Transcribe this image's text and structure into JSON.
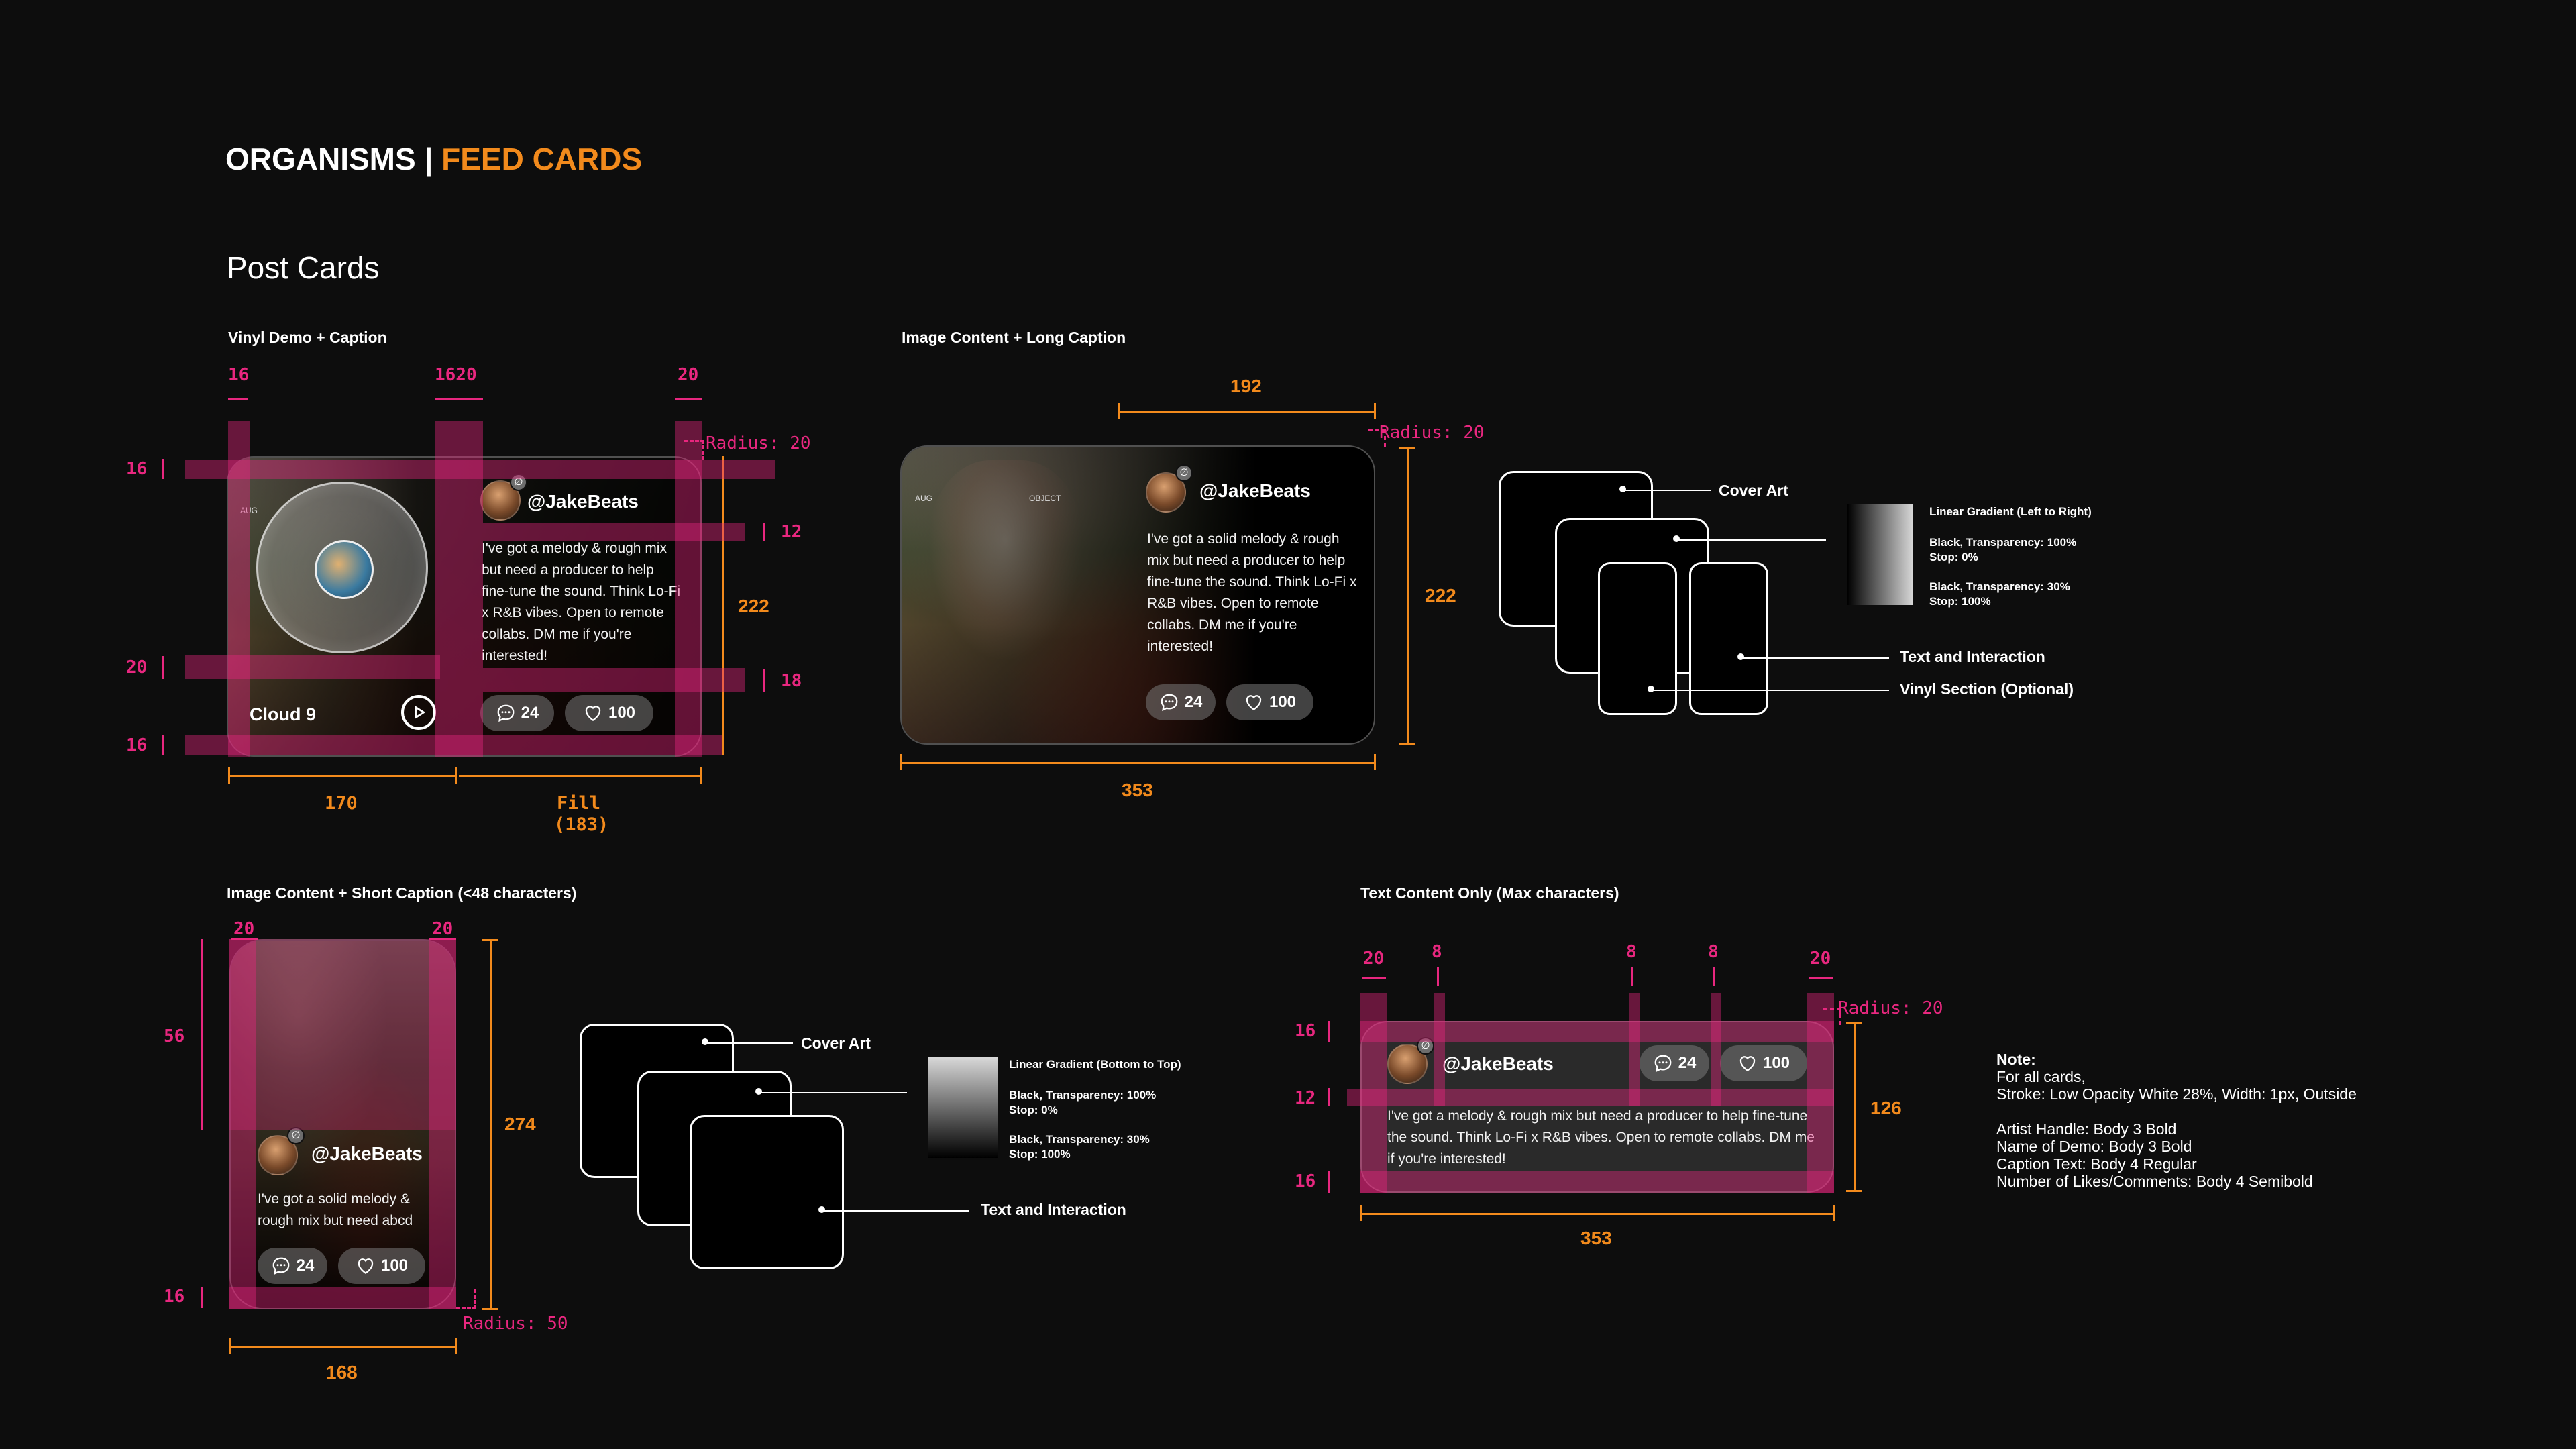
{
  "header": {
    "title_main": "ORGANISMS | ",
    "title_accent": "FEED CARDS",
    "section": "Post Cards"
  },
  "colors": {
    "accent_orange": "#f28a1c",
    "accent_pink": "#e8277f",
    "background": "#0d0d0d"
  },
  "post": {
    "handle": "@JakeBeats",
    "comments": "24",
    "likes": "100",
    "caption_vinyl": "I've got a melody & rough mix but need a producer to help fine-tune the sound. Think Lo-Fi x R&B vibes. Open to remote collabs. DM me if you're interested!",
    "caption_image": "I've got a solid melody & rough mix but need a producer to help fine-tune the sound. Think Lo-Fi x R&B vibes. Open to remote collabs. DM me if you're interested!",
    "caption_short": "I've got a solid melody & rough mix but need abcd",
    "caption_text": "I've got a melody & rough mix but need a producer to help fine-tune the sound. Think Lo-Fi x R&B vibes. Open to remote collabs. DM me if you're interested!",
    "demo_name": "Cloud 9",
    "img_tag_left": "AUG",
    "img_tag_right": "OBJECT"
  },
  "vinyl_section": {
    "title": "Vinyl Demo + Caption",
    "dims": {
      "top_left": "16",
      "top_mid": "1620",
      "top_right": "20",
      "left_top": "16",
      "left_mid": "20",
      "left_bottom": "16",
      "right_top": "12",
      "right_bottom": "18",
      "height": "222",
      "width_left": "170",
      "width_right_1": "Fill",
      "width_right_2": "(183)",
      "radius": "Radius: 20"
    }
  },
  "image_long_section": {
    "title": "Image Content + Long Caption",
    "dims": {
      "top": "192",
      "height": "222",
      "width": "353",
      "radius": "Radius: 20"
    },
    "diagram": {
      "cover_art": "Cover Art",
      "gradient_title": "Linear Gradient (Left to Right)",
      "stop1_a": "Black, Transparency: 100%",
      "stop1_b": "Stop: 0%",
      "stop2_a": "Black, Transparency: 30%",
      "stop2_b": "Stop: 100%",
      "text_interaction": "Text and Interaction",
      "vinyl_optional": "Vinyl Section (Optional)"
    }
  },
  "image_short_section": {
    "title": "Image Content + Short Caption (<48 characters)",
    "dims": {
      "top_left": "20",
      "top_right": "20",
      "left_mid": "56",
      "left_bottom": "16",
      "height": "274",
      "width": "168",
      "radius": "Radius: 50"
    },
    "diagram": {
      "cover_art": "Cover Art",
      "gradient_title": "Linear Gradient (Bottom to Top)",
      "stop1_a": "Black, Transparency: 100%",
      "stop1_b": "Stop: 0%",
      "stop2_a": "Black, Transparency: 30%",
      "stop2_b": "Stop: 100%",
      "text_interaction": "Text and Interaction"
    }
  },
  "text_only_section": {
    "title": "Text Content Only (Max  characters)",
    "dims": {
      "top_a": "20",
      "top_b": "8",
      "top_c": "8",
      "top_d": "8",
      "top_e": "20",
      "left_top": "16",
      "left_mid": "12",
      "left_bottom": "16",
      "height": "126",
      "width": "353",
      "radius": "Radius: 20"
    }
  },
  "note": {
    "label": "Note:",
    "body": "For all cards,\nStroke: Low Opacity White 28%, Width: 1px, Outside\n\nArtist Handle: Body 3 Bold\nName of Demo: Body 3 Bold\nCaption Text: Body 4 Regular\nNumber of Likes/Comments: Body 4 Semibold"
  }
}
